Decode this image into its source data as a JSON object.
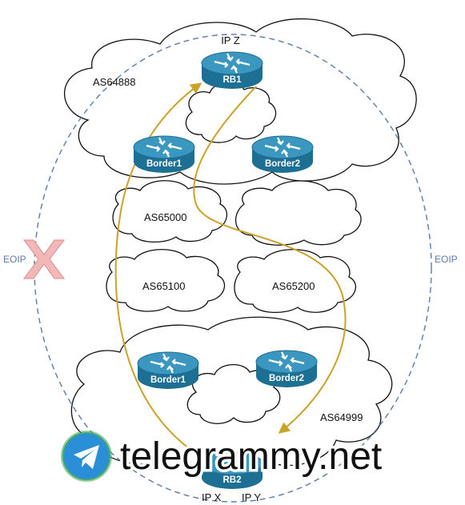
{
  "diagram": {
    "ip_top": "IP Z",
    "ip_bottom_left": "IP X",
    "ip_bottom_right": "IP Y",
    "eoip_left": "EOIP",
    "eoip_right": "EOIP",
    "as_top": "AS64888",
    "as_mid1": "AS65000",
    "as_mid2": "AS65100",
    "as_mid3": "AS65200",
    "as_bottom": "AS64999",
    "routers": {
      "rb1": "RB1",
      "rb2": "RB2",
      "top_border1": "Border1",
      "top_border2": "Border2",
      "bottom_border1": "Border1",
      "bottom_border2": "Border2"
    }
  },
  "watermark": {
    "text": "telegrammy.net"
  },
  "colors": {
    "router_fill": "#1d6f94",
    "router_top": "#3b97bf",
    "path": "#c9a227",
    "eoip_dash": "#5b7ca3",
    "cross": "#f2b8b8"
  }
}
